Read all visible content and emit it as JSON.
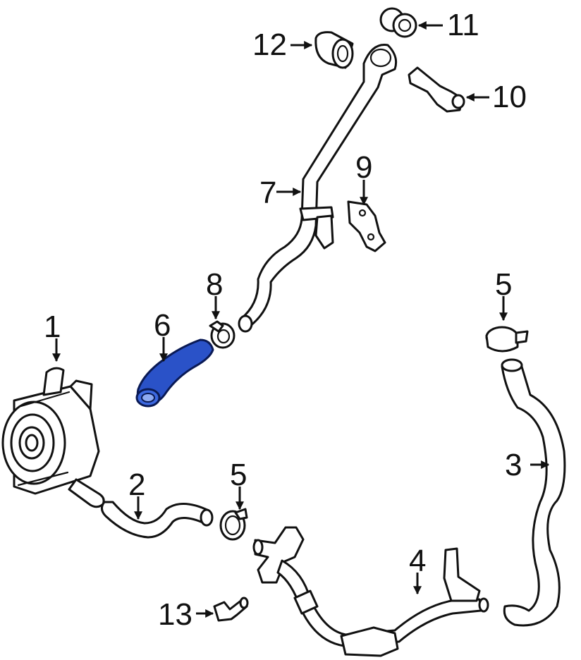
{
  "highlight_color": "#2a52c8",
  "callouts": {
    "c1": "1",
    "c2": "2",
    "c3": "3",
    "c4": "4",
    "c5a": "5",
    "c5b": "5",
    "c6": "6",
    "c7": "7",
    "c8": "8",
    "c9": "9",
    "c10": "10",
    "c11": "11",
    "c12": "12",
    "c13": "13"
  }
}
